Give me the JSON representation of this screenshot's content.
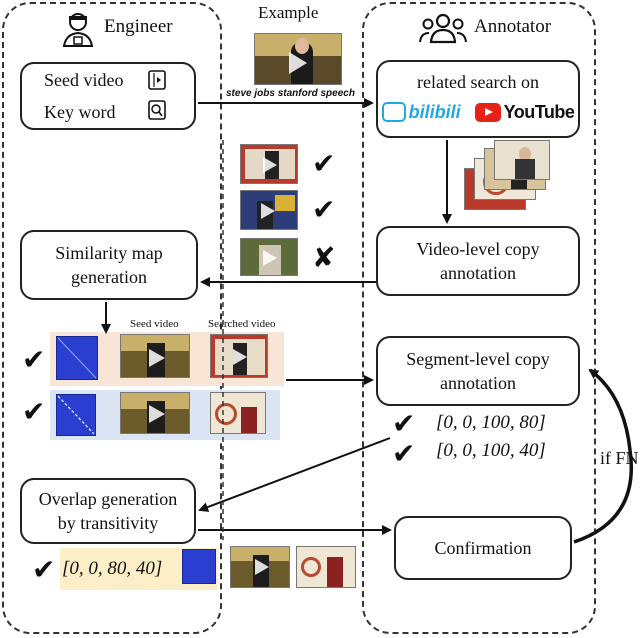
{
  "example_label": "Example",
  "query_text": "steve jobs stanford speech",
  "lanes": {
    "engineer": {
      "title": "Engineer"
    },
    "annotator": {
      "title": "Annotator"
    }
  },
  "seed_box": {
    "seed_video": "Seed video",
    "key_word": "Key word"
  },
  "search_box": {
    "title": "related search on",
    "bilibili": "bilibili",
    "youtube": "YouTube"
  },
  "video_copy": {
    "line1": "Video-level copy",
    "line2": "annotation"
  },
  "similarity": {
    "line1": "Similarity map",
    "line2": "generation"
  },
  "pair_headers": {
    "seed": "Seed video",
    "searched": "Searched video"
  },
  "segment_copy": {
    "line1": "Segment-level copy",
    "line2": "annotation"
  },
  "segments": [
    {
      "mark": "✔",
      "text": "[0, 0, 100, 80]"
    },
    {
      "mark": "✔",
      "text": "[0, 0, 100, 40]"
    }
  ],
  "overlap": {
    "line1": "Overlap generation",
    "line2": "by transitivity"
  },
  "overlap_result": {
    "mark": "✔",
    "text": "[0, 0, 80, 40]"
  },
  "confirmation": "Confirmation",
  "feedback": "if FN",
  "video_checks": [
    "✔",
    "✔",
    "✘"
  ],
  "pair_checks": [
    "✔",
    "✔"
  ]
}
